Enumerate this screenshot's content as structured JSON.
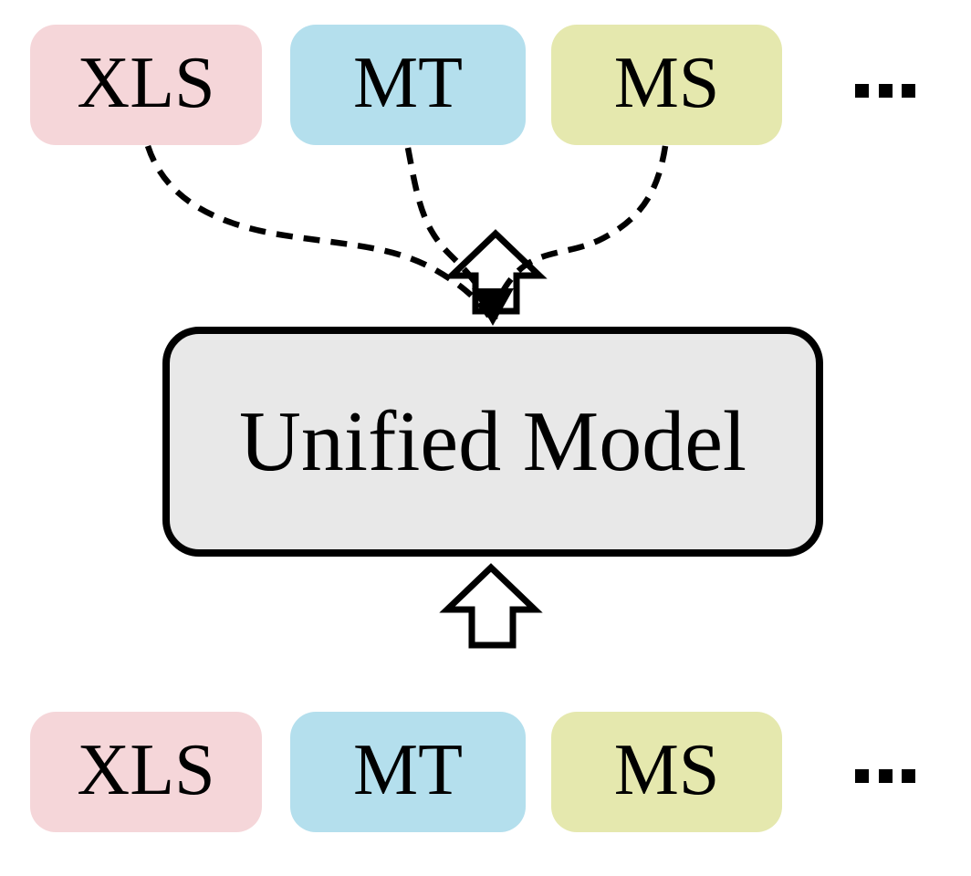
{
  "diagram": {
    "description": "Multiple tasks mapped to a single unified model",
    "top_row": {
      "tasks": [
        {
          "label": "XLS",
          "color": "#f5d6d9"
        },
        {
          "label": "MT",
          "color": "#b4dfed"
        },
        {
          "label": "MS",
          "color": "#e5e8ae"
        }
      ],
      "ellipsis": "..."
    },
    "center": {
      "label": "Unified Model",
      "fill": "#e8e8e8",
      "border_color": "#000000"
    },
    "bottom_row": {
      "tasks": [
        {
          "label": "XLS",
          "color": "#f5d6d9"
        },
        {
          "label": "MT",
          "color": "#b4dfed"
        },
        {
          "label": "MS",
          "color": "#e5e8ae"
        }
      ],
      "ellipsis": "..."
    },
    "connectors": {
      "style": "dashed",
      "color": "#000000",
      "count": 3
    }
  }
}
